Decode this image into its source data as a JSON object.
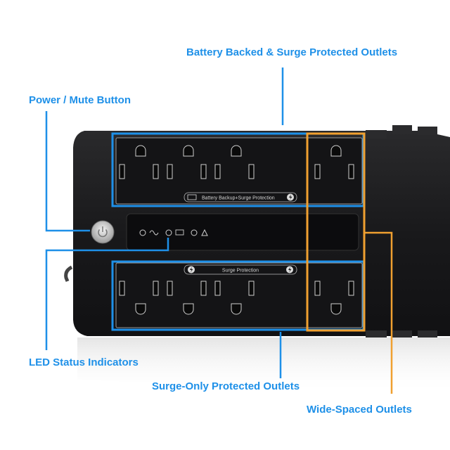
{
  "callouts": {
    "battery_outlets": "Battery Backed & Surge Protected Outlets",
    "power_button": "Power / Mute Button",
    "led_indicators": "LED Status Indicators",
    "surge_outlets": "Surge-Only Protected Outlets",
    "wide_outlets": "Wide-Spaced Outlets"
  },
  "device": {
    "battery_band_label": "Battery Backup+Surge Protection",
    "surge_band_label": "Surge Protection"
  },
  "colors": {
    "callout_blue": "#1e90e8",
    "callout_orange": "#f0a030",
    "device_body": "#1b1b1d"
  },
  "icons": [
    "power-icon",
    "lightning-icon",
    "battery-icon",
    "warning-icon",
    "sine-wave-icon"
  ]
}
